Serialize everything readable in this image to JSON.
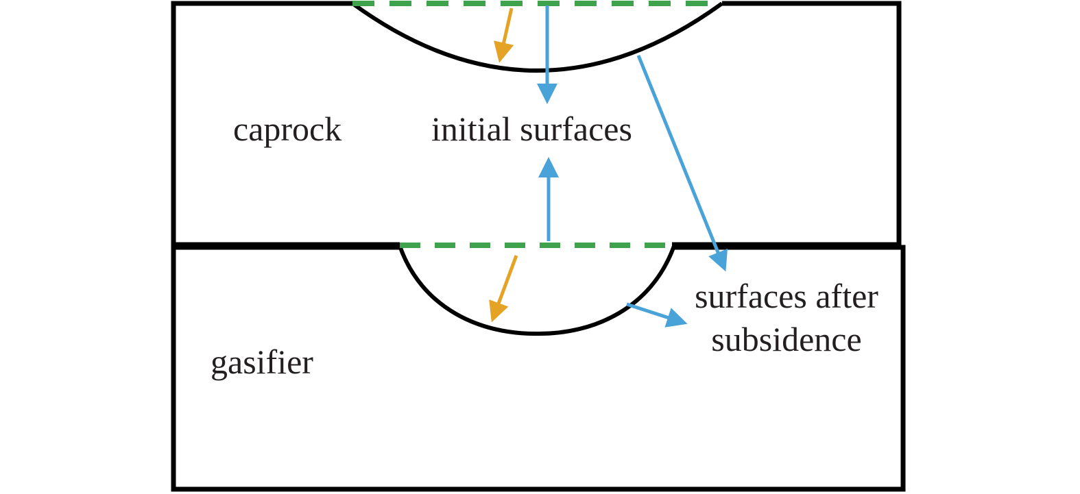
{
  "labels": {
    "caprock": "caprock",
    "initial_surfaces": "initial surfaces",
    "surfaces_after_line1": "surfaces after",
    "surfaces_after_line2": "subsidence",
    "gasifier": "gasifier"
  },
  "colors": {
    "outline": "#000000",
    "initial_surface": "#3fa34d",
    "subsided_surface_arrow": "#4aa3d8",
    "displacement_arrow": "#e5a325",
    "text": "#231f20"
  }
}
